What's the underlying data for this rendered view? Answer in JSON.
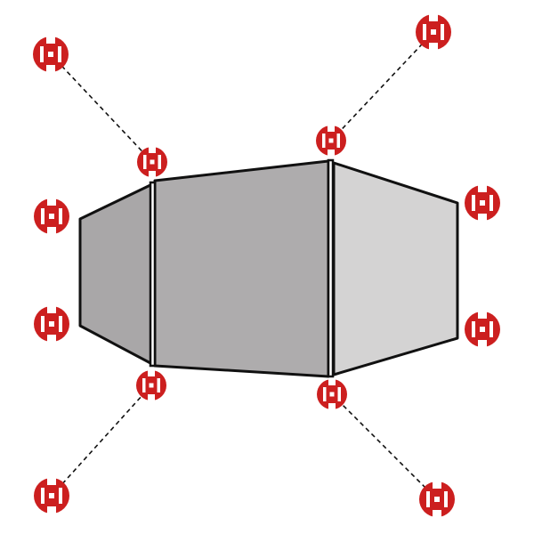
{
  "colors": {
    "background": "#ffffff",
    "outline": "#111111",
    "panel_left": "#a9a7a8",
    "panel_center": "#aeacad",
    "panel_right": "#d4d3d3",
    "connector": "#cc1f1f"
  },
  "panels": [
    {
      "name": "left-panel",
      "fill_key": "panel_left"
    },
    {
      "name": "center-panel",
      "fill_key": "panel_center"
    },
    {
      "name": "right-panel",
      "fill_key": "panel_right"
    }
  ],
  "connectors": {
    "icon": "red-clip-connector-icon",
    "count": 12
  },
  "guy_lines": {
    "style": "dashed",
    "count": 4
  }
}
